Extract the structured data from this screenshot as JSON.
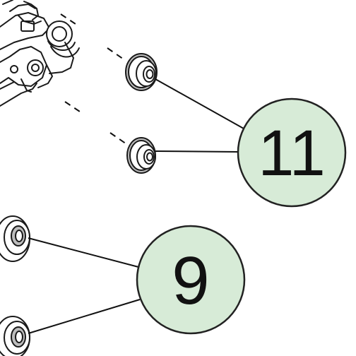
{
  "diagram": {
    "callouts": [
      {
        "label": "11",
        "part": "flange-nut-upper-pair"
      },
      {
        "label": "9",
        "part": "flange-nut-lower-pair"
      }
    ],
    "colors": {
      "callout_fill": "#d7ebd7",
      "callout_stroke": "#222222",
      "line": "#111111",
      "part_stroke": "#1a1a1a",
      "part_shade": "#bdbdbd"
    },
    "icons": [
      "hinge-bracket-icon",
      "flange-nut-icon"
    ]
  }
}
